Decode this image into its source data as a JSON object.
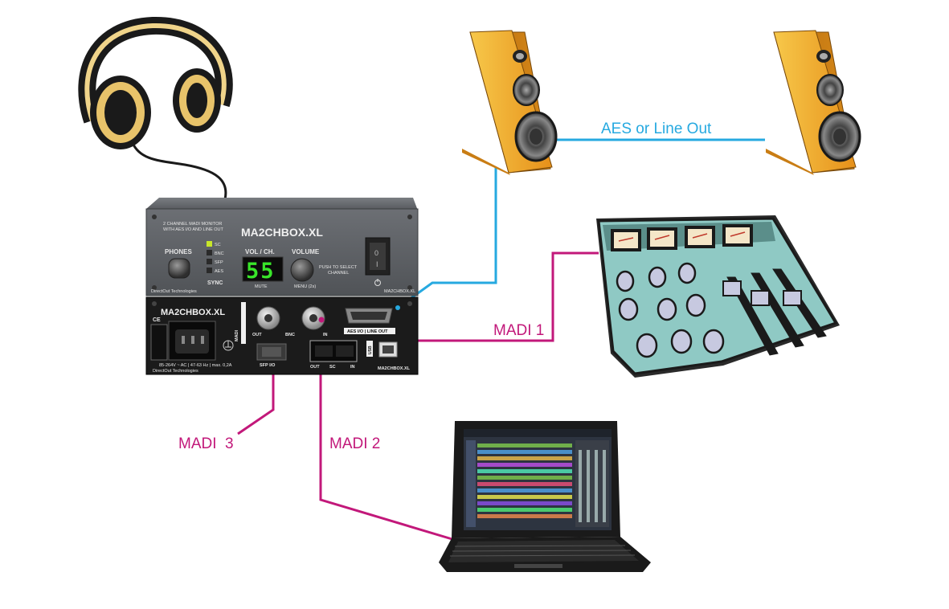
{
  "colors": {
    "aes_cable": "#26a9e0",
    "madi_cable": "#c2187a",
    "device_body": "#5a5d62",
    "device_rear": "#1b1b1b",
    "display_green": "#39e62a",
    "speaker_wood": "#f2a81f",
    "console_teal": "#8fc9c4"
  },
  "connections": {
    "aes_label": "AES or Line Out",
    "madi1_label": "MADI 1",
    "madi2_label": "MADI 2",
    "madi3_label": "MADI  3"
  },
  "front_panel": {
    "brand": "MA2CHBOX.XL",
    "subtitle_1": "2 CHANNEL MADI MONITOR",
    "subtitle_2": "WITH AES I/O AND LINE OUT",
    "phones_label": "PHONES",
    "sync_items": [
      "SC",
      "BNC",
      "SFP",
      "AES"
    ],
    "sync_label": "SYNC",
    "vol_label": "VOL / CH.",
    "display_value": "55",
    "mute_label": "MUTE",
    "volume_label": "VOLUME",
    "menu_label": "MENU (2s)",
    "push_1": "PUSH TO SELECT",
    "push_2": "CHANNEL",
    "maker": "DirectOut Technologies",
    "model_tag": "MA2CHBOX.XL"
  },
  "rear_panel": {
    "brand": "MA2CHBOX.XL",
    "madi_label": "MADI",
    "out_label": "OUT",
    "bnc_label": "BNC",
    "in_label": "IN",
    "aes_io_label": "AES I/O | LINE OUT",
    "usb_label": "USB",
    "sfp_label": "SFP I/O",
    "sc_out_label": "OUT",
    "sc_label": "SC",
    "sc_in_label": "IN",
    "ce_label": "CE",
    "power_spec": "85-264V ~ AC | 47-63 Hz | max. 0,2A",
    "maker": "DirectOut Technologies",
    "model_tag": "MA2CHBOX.XL"
  },
  "icons": [
    "headphones-icon",
    "speaker-icon",
    "mixing-console-icon",
    "laptop-icon",
    "power-icon"
  ]
}
